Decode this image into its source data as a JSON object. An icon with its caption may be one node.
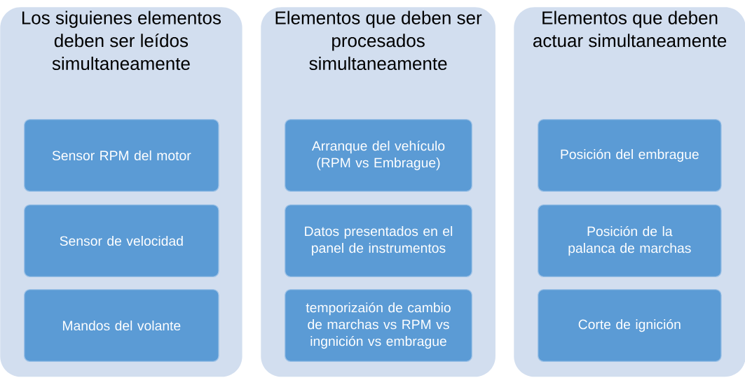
{
  "diagram": {
    "nodes": [
      {
        "text": [
          "Los siguienes elementos deben ser leídos simultaneamente"
        ]
      },
      {
        "text": [
          "Sensor RPM del motor"
        ],
        "in": 0
      },
      {
        "text": [
          "Sensor de velocidad"
        ],
        "in": 0
      },
      {
        "text": [
          "Mandos del volante"
        ],
        "in": 0
      },
      {
        "text": [
          "Elementos que deben ser procesados simultaneamente"
        ]
      },
      {
        "text": [
          "Arranque del vehículo (RPM vs Embrague)"
        ],
        "in": 4
      },
      {
        "text": [
          "Datos presentados en el panel de instrumentos"
        ],
        "in": 4
      },
      {
        "text": [
          "temporizaión de cambio de marchas vs RPM vs ingnición vs embrague"
        ],
        "in": 4
      },
      {
        "text": [
          "Elementos que deben actuar simultaneamente"
        ]
      },
      {
        "text": [
          "Posición del embrague"
        ],
        "in": 8
      },
      {
        "text": [
          "Posición de la palanca de marchas"
        ],
        "in": 8
      },
      {
        "text": [
          "Corte de ignición"
        ],
        "in": 8
      }
    ]
  }
}
